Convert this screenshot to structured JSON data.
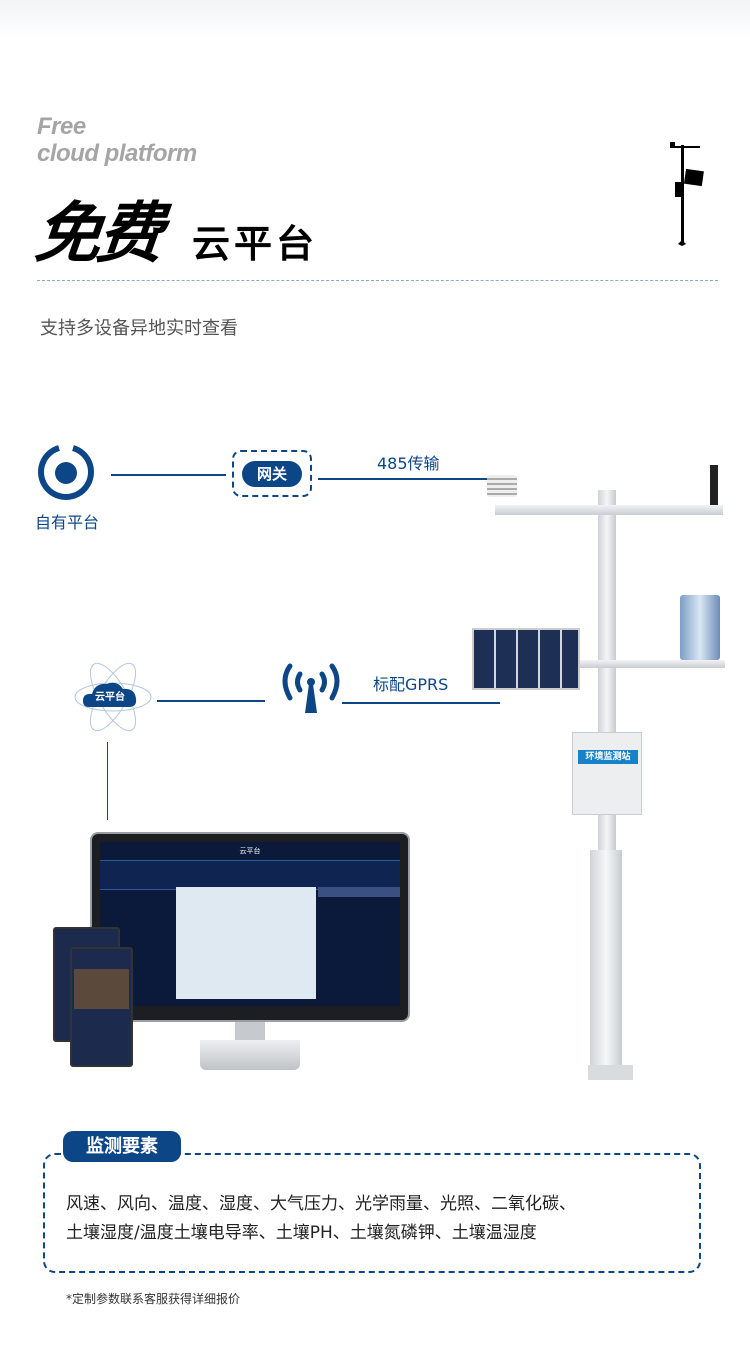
{
  "header": {
    "en_line1": "Free",
    "en_line2": "cloud platform",
    "title_big": "免费",
    "title_small": "云平台",
    "subtitle": "支持多设备异地实时查看"
  },
  "diagram": {
    "own_platform_label": "自有平台",
    "gateway_label": "网关",
    "transfer_485_label": "485传输",
    "cloud_platform_label": "云平台",
    "gprs_label": "标配GPRS",
    "station_box_label": "环境监测站",
    "dashboard_title": "云平台"
  },
  "monitoring": {
    "tab_label": "监测要素",
    "line1": "风速、风向、温度、湿度、大气压力、光学雨量、光照、二氧化碳、",
    "line2": "土壤湿度/温度土壤电导率、土壤PH、土壤氮磷钾、土壤温湿度",
    "footnote": "*定制参数联系客服获得详细报价"
  },
  "colors": {
    "brand": "#0c4687"
  }
}
